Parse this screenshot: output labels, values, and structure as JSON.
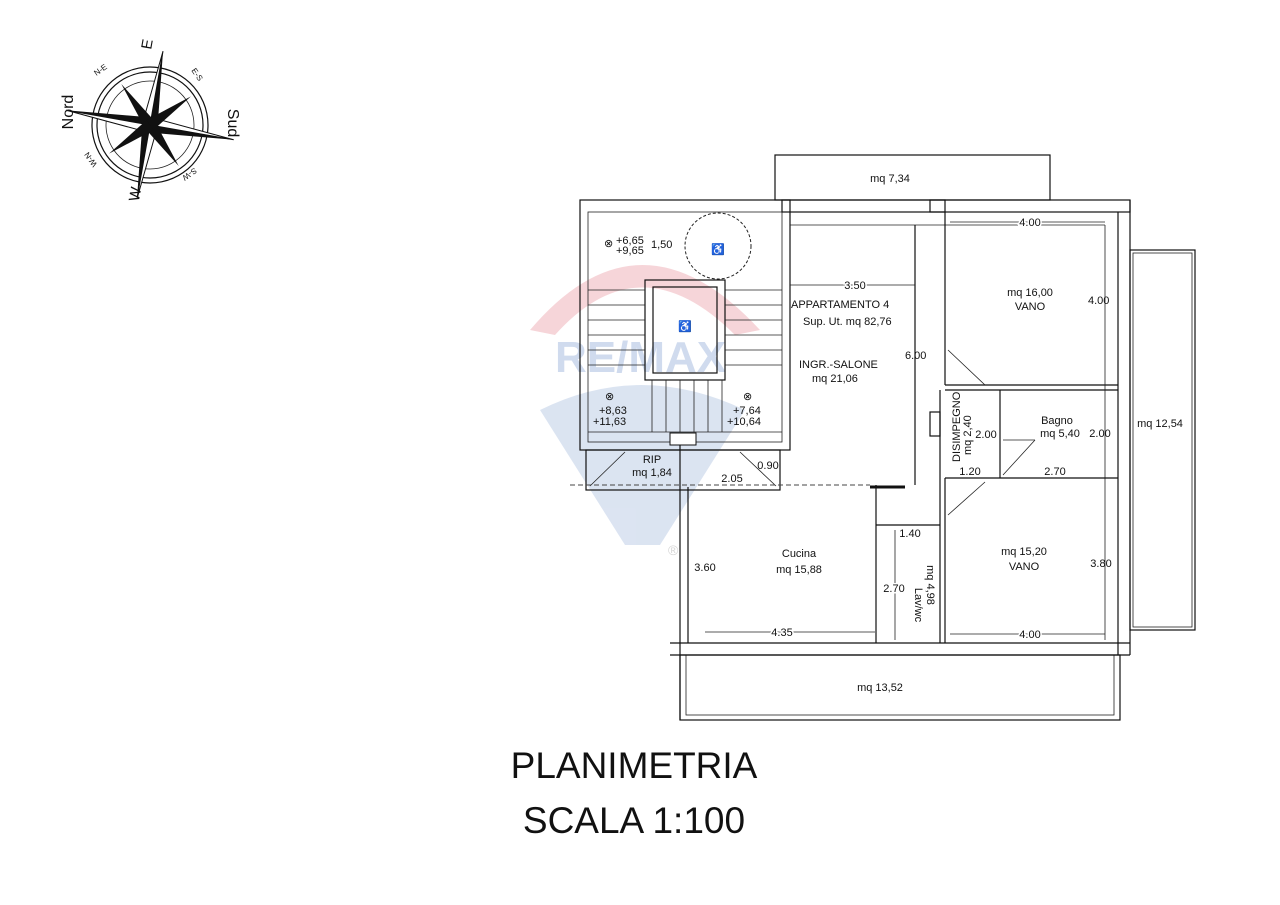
{
  "compass": {
    "north": "Nord",
    "south": "Sud",
    "east": "E",
    "west": "W",
    "ne": "N-E",
    "es": "E-S",
    "sw": "S-W",
    "wn": "W-N"
  },
  "watermark": {
    "text": "RE/MAX",
    "registered": "®"
  },
  "stair": {
    "elev_top_1": "+6,65",
    "elev_top_2": "+9,65",
    "dim_top": "1,50",
    "elev_left_1": "+8,63",
    "elev_left_2": "+11,63",
    "elev_right_1": "+7,64",
    "elev_right_2": "+10,64"
  },
  "rip": {
    "name": "RIP",
    "area": "mq 1,84",
    "dim_w": "2.05",
    "dim_d": "0.90"
  },
  "balcony_top": {
    "area": "mq 7,34"
  },
  "balcony_right": {
    "area": "mq 12,54"
  },
  "balcony_bottom": {
    "area": "mq 13,52"
  },
  "apartment": {
    "name": "APPARTAMENTO 4",
    "surface": "Sup. Ut. mq 82,76"
  },
  "salone": {
    "name": "INGR.-SALONE",
    "area": "mq 21,06",
    "dim_w": "3.50",
    "dim_h": "6.00"
  },
  "vano1": {
    "area": "mq 16,00",
    "name": "VANO",
    "dim_w": "4.00",
    "dim_h": "4.00"
  },
  "disimpegno": {
    "name": "DISIMPEGNO",
    "area": "mq 2,40",
    "dim_w": "1.20",
    "dim_h": "2.00"
  },
  "bagno": {
    "name": "Bagno",
    "area": "mq 5,40",
    "dim_w": "2.70",
    "dim_h": "2.00"
  },
  "cucina": {
    "name": "Cucina",
    "area": "mq 15,88",
    "dim_w": "4.35",
    "dim_h": "3.60"
  },
  "lavwc": {
    "name": "Lav/wc",
    "area": "mq 4,98",
    "dim_w": "1.40",
    "dim_h": "2.70"
  },
  "vano2": {
    "area": "mq 15,20",
    "name": "VANO",
    "dim_w": "4.00",
    "dim_h": "3.80"
  },
  "title": {
    "line1": "PLANIMETRIA",
    "line2": "SCALA 1:100"
  }
}
